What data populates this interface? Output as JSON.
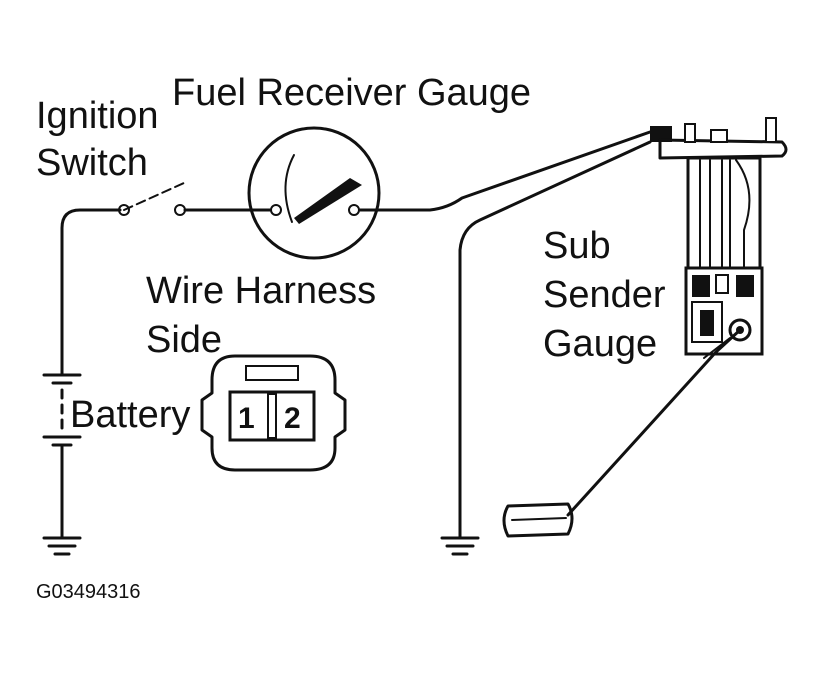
{
  "labels": {
    "fuel_receiver_gauge": "Fuel Receiver Gauge",
    "ignition": "Ignition",
    "switch": "Switch",
    "wire_harness": "Wire Harness",
    "side": "Side",
    "battery": "Battery",
    "sub": "Sub",
    "sender": "Sender",
    "gauge": "Gauge",
    "figure_code": "G03494316"
  },
  "connector": {
    "pin_1": "1",
    "pin_2": "2"
  }
}
